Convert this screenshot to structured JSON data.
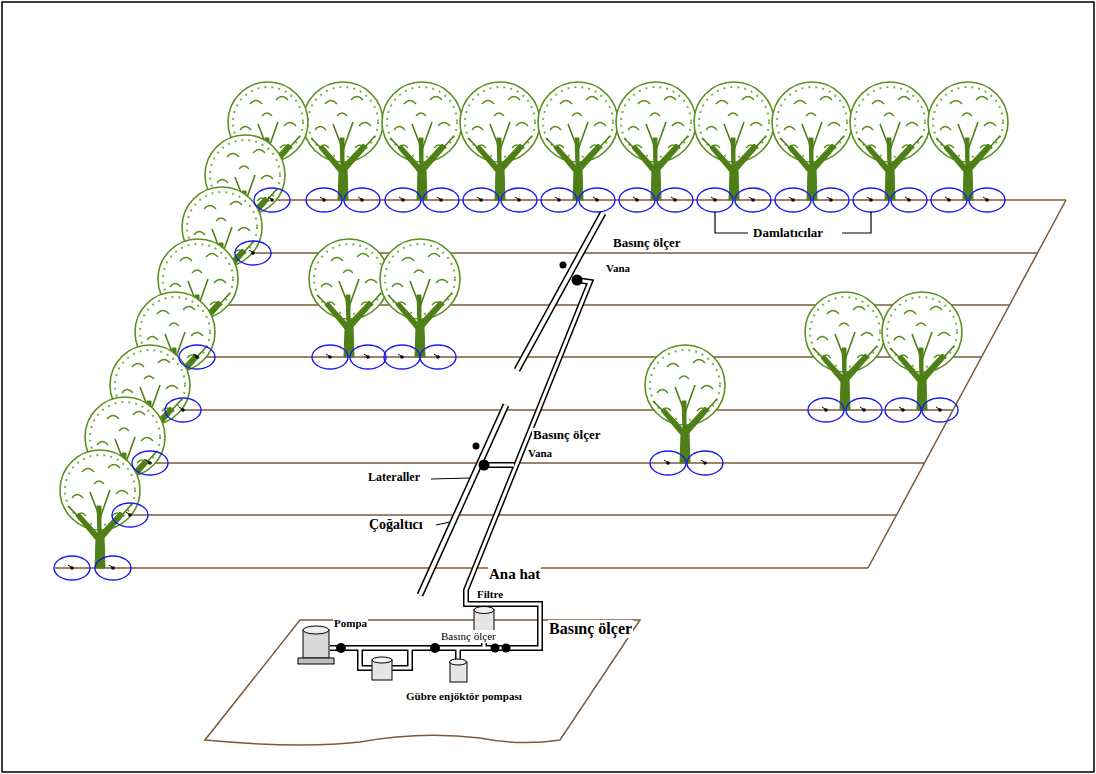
{
  "diagram": {
    "labels": [
      "Damlatıcılar",
      "Basınç ölçer",
      "Vana",
      "Basınç ölçer",
      "Vana",
      "Lateraller",
      "Çoğaltıcı",
      "Ana hat",
      "Filtre",
      "Basınç ölçer",
      "Pompa",
      "Basınç ölçer",
      "Gübre enjöktör pompası"
    ]
  }
}
